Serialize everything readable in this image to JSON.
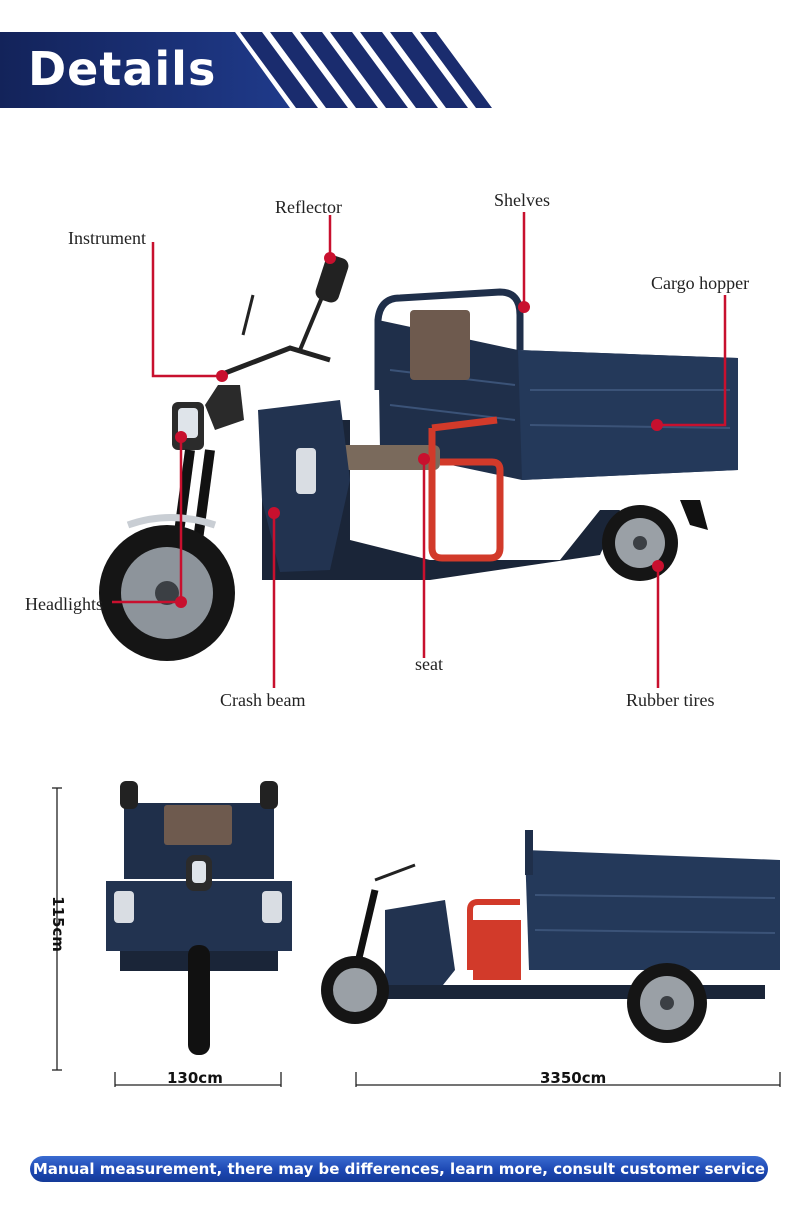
{
  "header": {
    "title": "Details"
  },
  "callouts": {
    "reflector": "Reflector",
    "shelves": "Shelves",
    "instrument": "Instrument",
    "cargo_hopper": "Cargo hopper",
    "headlights": "Headlights",
    "seat": "seat",
    "crash_beam": "Crash beam",
    "rubber_tires": "Rubber tires"
  },
  "dimensions": {
    "height": "115cm",
    "width": "130cm",
    "length": "3350cm"
  },
  "footer": {
    "note": "Manual measurement, there may be differences, learn more, consult customer service"
  },
  "colors": {
    "header_blue": "#1a2c6e",
    "callout_red": "#c8102e",
    "footer_blue": "#1d48b3",
    "body_navy": "#1f2f4a",
    "seat_red": "#d23a2a"
  }
}
